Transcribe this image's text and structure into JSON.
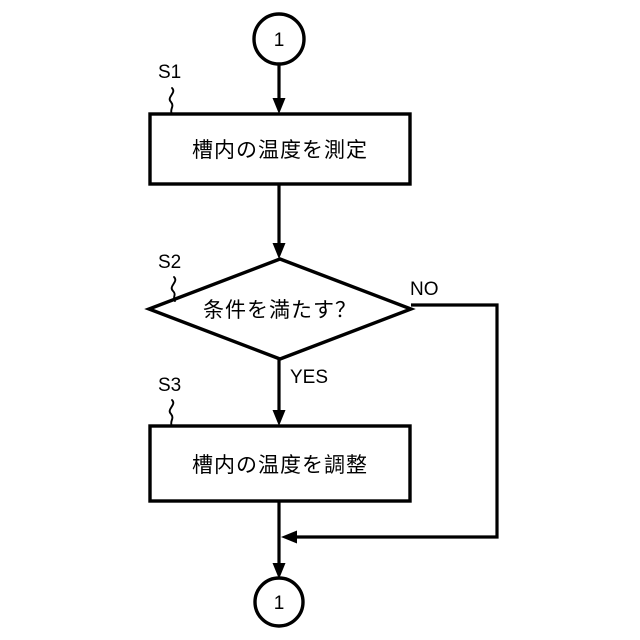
{
  "diagram": {
    "type": "flowchart",
    "title": "",
    "language": "ja",
    "background_color": "#ffffff",
    "line_color": "#000000",
    "nodes": {
      "start_connector": {
        "shape": "circle",
        "label": "1",
        "role": "on-page-connector-start"
      },
      "step_s1": {
        "shape": "rectangle",
        "label": "槽内の温度を測定",
        "step_id": "S1"
      },
      "decision_s2": {
        "shape": "diamond",
        "label": "条件を満たす？",
        "step_id": "S2"
      },
      "step_s3": {
        "shape": "rectangle",
        "label": "槽内の温度を調整",
        "step_id": "S3"
      },
      "end_connector": {
        "shape": "circle",
        "label": "1",
        "role": "on-page-connector-end"
      }
    },
    "edges": {
      "yes_branch_label": "YES",
      "no_branch_label": "NO"
    }
  }
}
